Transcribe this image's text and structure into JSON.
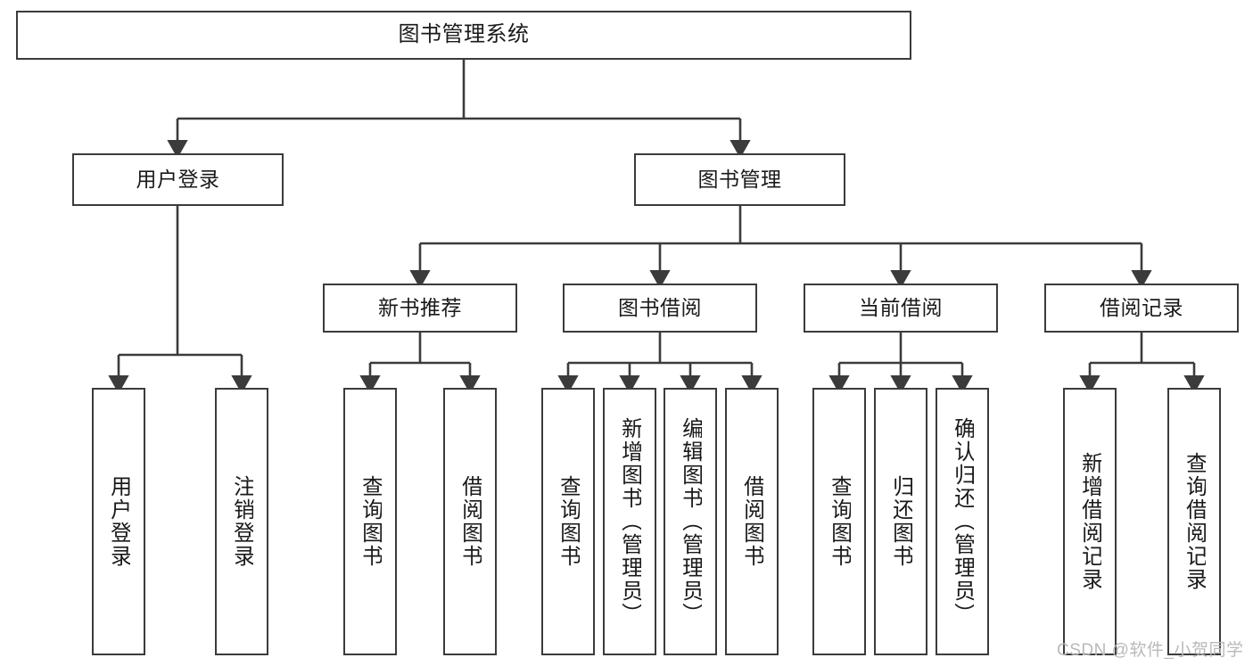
{
  "diagram": {
    "title": "图书管理系统",
    "type": "functional-structure-tree",
    "colors": {
      "border": "#3b3b3b",
      "background": "#ffffff",
      "text": "#1a1a1a",
      "watermark": "#b9b9b9"
    },
    "root": {
      "label": "图书管理系统"
    },
    "level2": [
      {
        "label": "用户登录"
      },
      {
        "label": "图书管理"
      }
    ],
    "level3": [
      {
        "label": "新书推荐"
      },
      {
        "label": "图书借阅"
      },
      {
        "label": "当前借阅"
      },
      {
        "label": "借阅记录"
      }
    ],
    "leaves": {
      "user_login": [
        {
          "label": "用户登录"
        },
        {
          "label": "注销登录"
        }
      ],
      "new_book_recommend": [
        {
          "label": "查询图书"
        },
        {
          "label": "借阅图书"
        }
      ],
      "book_borrow": [
        {
          "label": "查询图书"
        },
        {
          "label": "新增图书（管理员）"
        },
        {
          "label": "编辑图书（管理员）"
        },
        {
          "label": "借阅图书"
        }
      ],
      "current_borrow": [
        {
          "label": "查询图书"
        },
        {
          "label": "归还图书"
        },
        {
          "label": "确认归还（管理员）"
        }
      ],
      "borrow_record": [
        {
          "label": "新增借阅记录"
        },
        {
          "label": "查询借阅记录"
        }
      ]
    }
  },
  "watermark": {
    "text": "CSDN @软件_小贺同学"
  }
}
